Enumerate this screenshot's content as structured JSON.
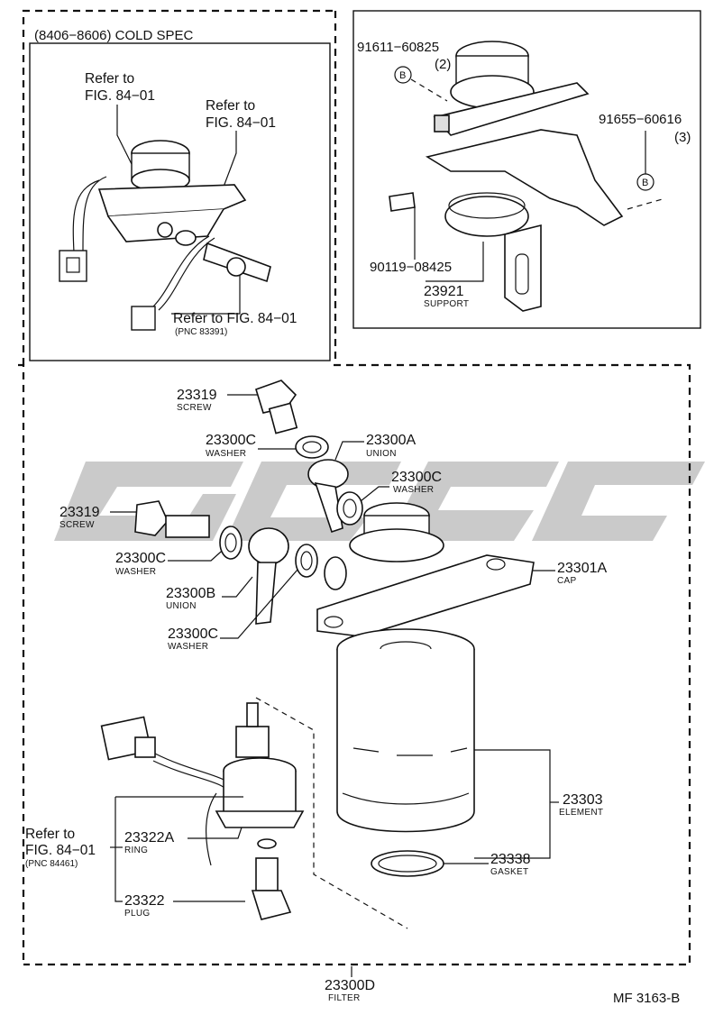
{
  "inset_cold_spec": {
    "header": "(8406−8606) COLD SPEC",
    "refs": [
      {
        "line1": "Refer to",
        "line2": "FIG. 84−01"
      },
      {
        "line1": "Refer to",
        "line2": "FIG. 84−01"
      },
      {
        "line1": "Refer to FIG. 84−01",
        "line2": "(PNC 83391)"
      }
    ]
  },
  "inset_support": {
    "parts": [
      {
        "number": "91611−60825",
        "qty": "(2)",
        "badge": "B"
      },
      {
        "number": "91655−60616",
        "qty": "(3)",
        "badge": "B"
      },
      {
        "number": "90119−08425"
      },
      {
        "number": "23921",
        "name": "SUPPORT"
      }
    ]
  },
  "main": {
    "parts": [
      {
        "id": "screw-top",
        "number": "23319",
        "name": "SCREW"
      },
      {
        "id": "washer-1",
        "number": "23300C",
        "name": "WASHER"
      },
      {
        "id": "union-a",
        "number": "23300A",
        "name": "UNION"
      },
      {
        "id": "washer-2",
        "number": "23300C",
        "name": "WASHER"
      },
      {
        "id": "screw-left",
        "number": "23319",
        "name": "SCREW"
      },
      {
        "id": "washer-3",
        "number": "23300C",
        "name": "WASHER"
      },
      {
        "id": "union-b",
        "number": "23300B",
        "name": "UNION"
      },
      {
        "id": "washer-4",
        "number": "23300C",
        "name": "WASHER"
      },
      {
        "id": "cap",
        "number": "23301A",
        "name": "CAP"
      },
      {
        "id": "element",
        "number": "23303",
        "name": "ELEMENT"
      },
      {
        "id": "gasket",
        "number": "23338",
        "name": "GASKET"
      },
      {
        "id": "ring",
        "number": "23322A",
        "name": "RING"
      },
      {
        "id": "plug",
        "number": "23322",
        "name": "PLUG"
      },
      {
        "id": "filter",
        "number": "23300D",
        "name": "FILTER"
      }
    ],
    "ref_sensor": {
      "line1": "Refer to",
      "line2": "FIG. 84−01",
      "line3": "(PNC 84461)"
    }
  },
  "footer": {
    "code": "MF 3163-B"
  }
}
